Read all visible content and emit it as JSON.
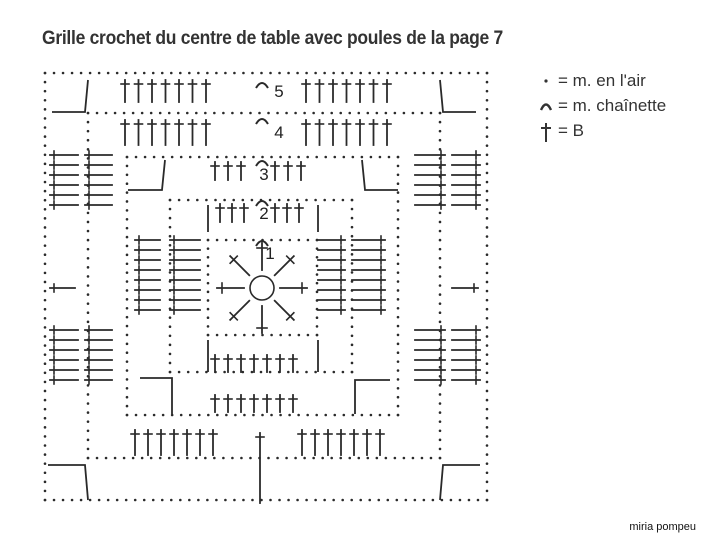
{
  "title": "Grille crochet du centre de table avec poules de la page 7",
  "legend": [
    {
      "symbol": "dot-icon",
      "label": "= m. en l'air"
    },
    {
      "symbol": "chain-arc-icon",
      "label": "= m. chaînette"
    },
    {
      "symbol": "treble-cross-icon",
      "label": "= B"
    }
  ],
  "rounds": [
    "5",
    "4",
    "3",
    "2",
    "1"
  ],
  "credit": "miria pompeu"
}
